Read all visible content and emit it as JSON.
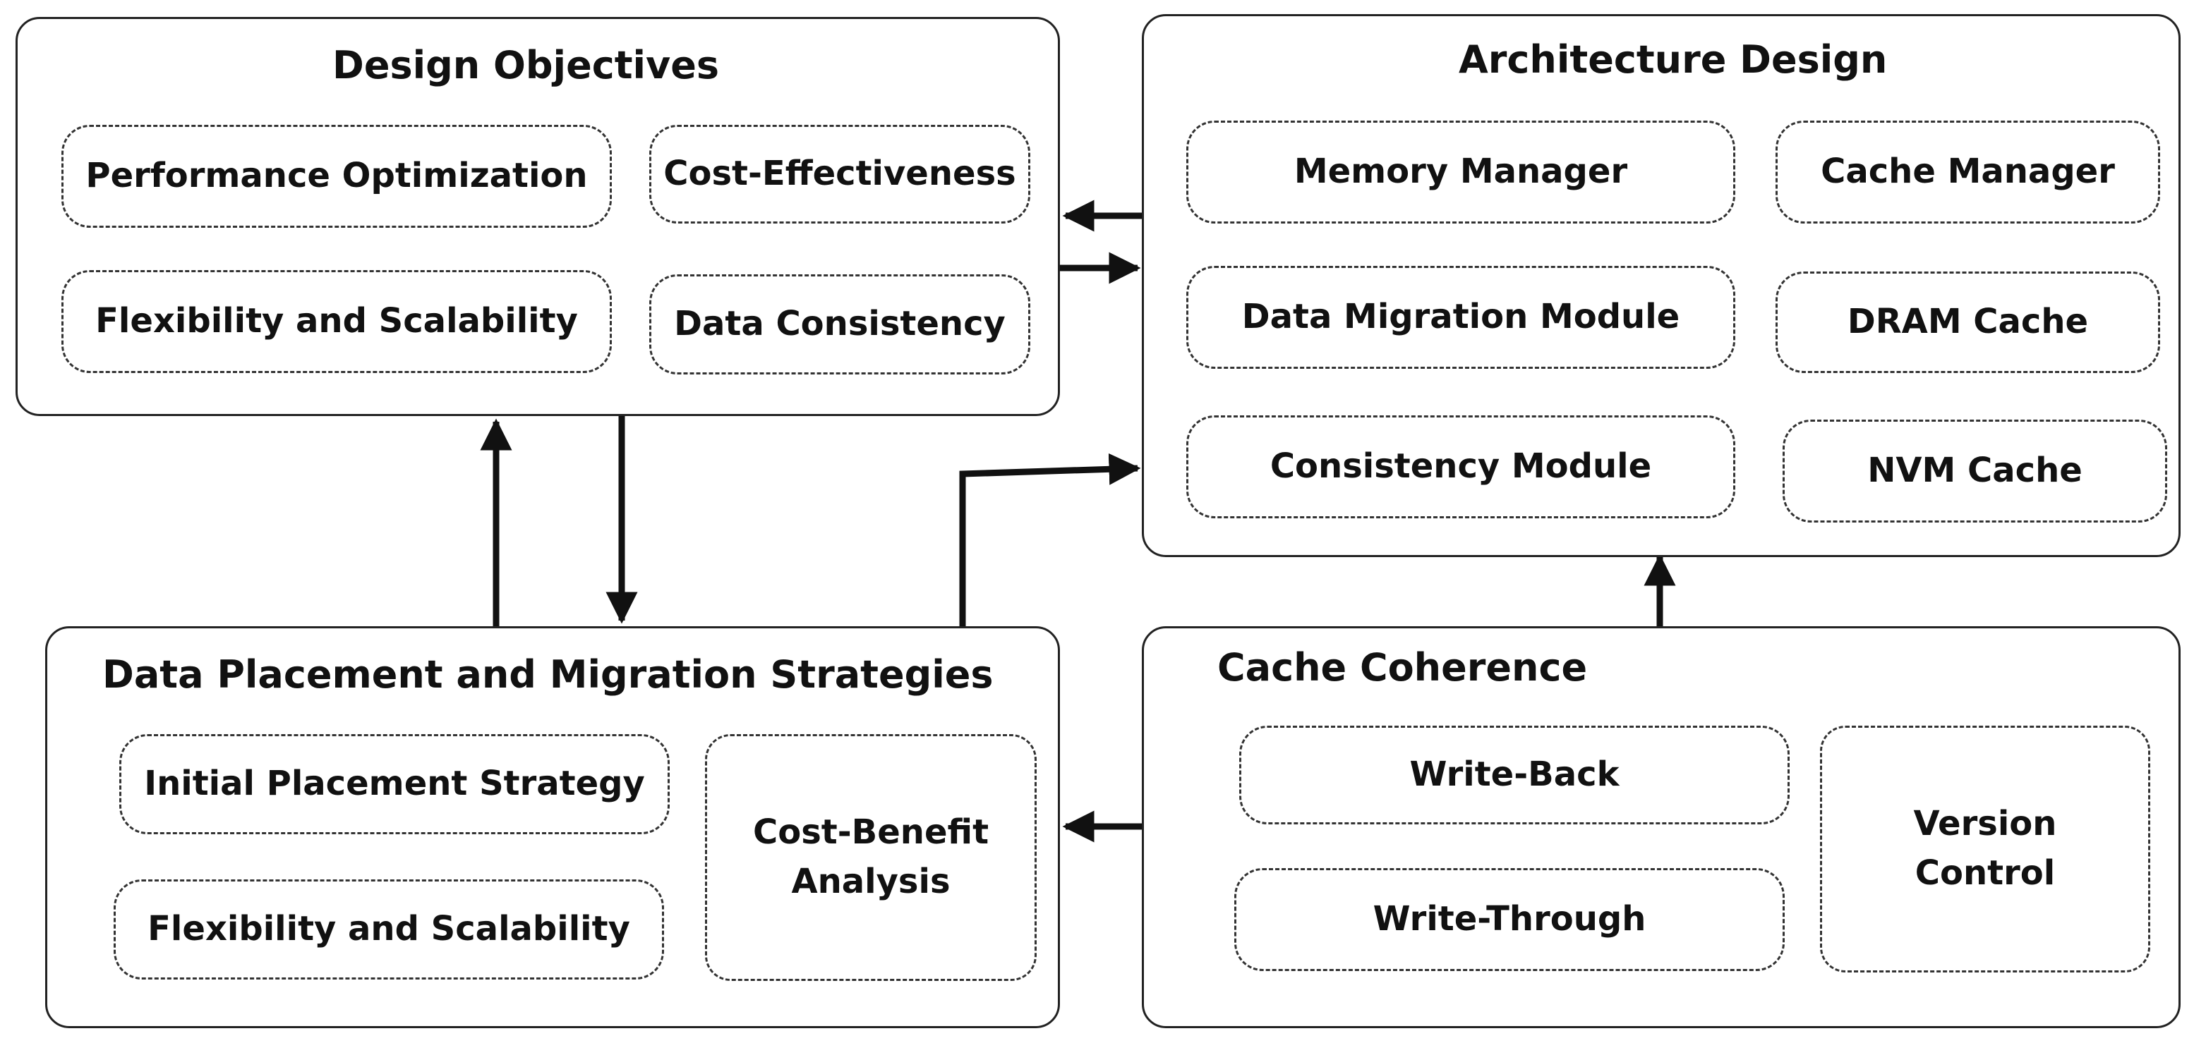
{
  "design_objectives": {
    "title": "Design Objectives",
    "items": [
      "Performance Optimization",
      "Cost-Effectiveness",
      "Flexibility and Scalability",
      "Data Consistency"
    ]
  },
  "architecture_design": {
    "title": "Architecture Design",
    "items": [
      "Memory Manager",
      "Cache Manager",
      "Data Migration Module",
      "DRAM Cache",
      "Consistency Module",
      "NVM Cache"
    ]
  },
  "data_placement": {
    "title": "Data Placement and Migration Strategies",
    "items": [
      "Initial Placement Strategy",
      "Flexibility and Scalability"
    ],
    "analysis": [
      "Cost-Benefit",
      "Analysis"
    ]
  },
  "cache_coherence": {
    "title": "Cache Coherence",
    "items": [
      "Write-Back",
      "Write-Through"
    ],
    "version": [
      "Version",
      "Control"
    ]
  }
}
